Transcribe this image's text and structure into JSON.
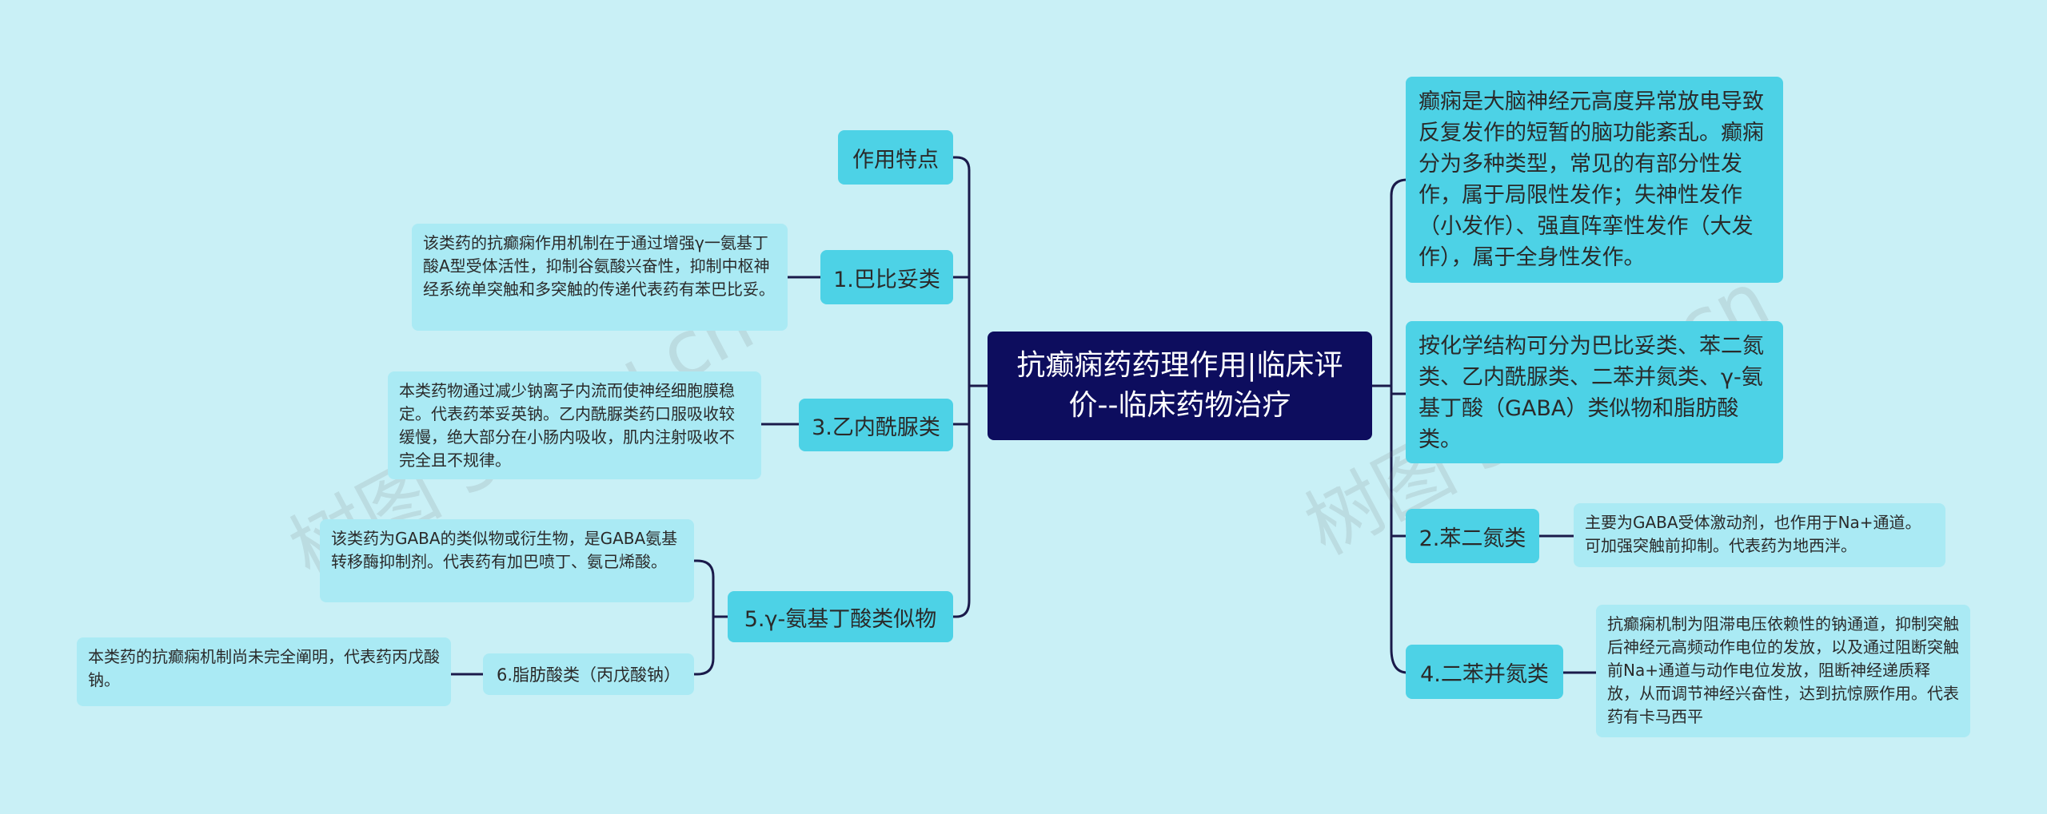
{
  "root": "抗癫痫药药理作用|临床评价--临床药物治疗",
  "left": {
    "zuoyong": "作用特点",
    "babi": {
      "label": "1.巴比妥类",
      "detail": "该类药的抗癫痫作用机制在于通过增强γ一氨基丁酸A型受体活性，抑制谷氨酸兴奋性，抑制中枢神经系统单突触和多突触的传递代表药有苯巴比妥。"
    },
    "yinei": {
      "label": "3.乙内酰脲类",
      "detail": "本类药物通过减少钠离子内流而使神经细胞膜稳定。代表药苯妥英钠。乙内酰脲类药口服吸收较缓慢，绝大部分在小肠内吸收，肌内注射吸收不完全且不规律。"
    },
    "gaba": {
      "label": "5.γ-氨基丁酸类似物",
      "detail": "该类药为GABA的类似物或衍生物，是GABA氨基转移酶抑制剂。代表药有加巴喷丁、氨己烯酸。",
      "sub": {
        "label": "6.脂肪酸类（丙戊酸钠）",
        "detail": "本类药的抗癫痫机制尚未完全阐明，代表药丙戊酸钠。"
      }
    }
  },
  "right": {
    "intro1": "癫痫是大脑神经元高度异常放电导致反复发作的短暂的脑功能紊乱。癫痫分为多种类型，常见的有部分性发作，属于局限性发作；失神性发作（小发作）、强直阵挛性发作（大发作），属于全身性发作。",
    "intro2": "按化学结构可分为巴比妥类、苯二氮类、乙内酰脲类、二苯并氮类、γ-氨基丁酸（GABA）类似物和脂肪酸类。",
    "benerdan": {
      "label": "2.苯二氮类",
      "detail": "主要为GABA受体激动剂，也作用于Na+通道。可加强突触前抑制。代表药为地西泮。"
    },
    "erbenbing": {
      "label": "4.二苯并氮类",
      "detail": "抗癫痫机制为阻滞电压依赖性的钠通道，抑制突触后神经元高频动作电位的发放，以及通过阻断突触前Na+通道与动作电位发放，阻断神经递质释放，从而调节神经兴奋性，达到抗惊厥作用。代表药有卡马西平"
    }
  },
  "watermark": [
    "树图 shutu.cn",
    "树图 shutu.cn"
  ],
  "colors": {
    "root": "#0d0d5e",
    "level1": "#4dd2e6",
    "level2": "#aaeaf4",
    "line": "#1a1a4a",
    "background": "#c9f0f6"
  }
}
